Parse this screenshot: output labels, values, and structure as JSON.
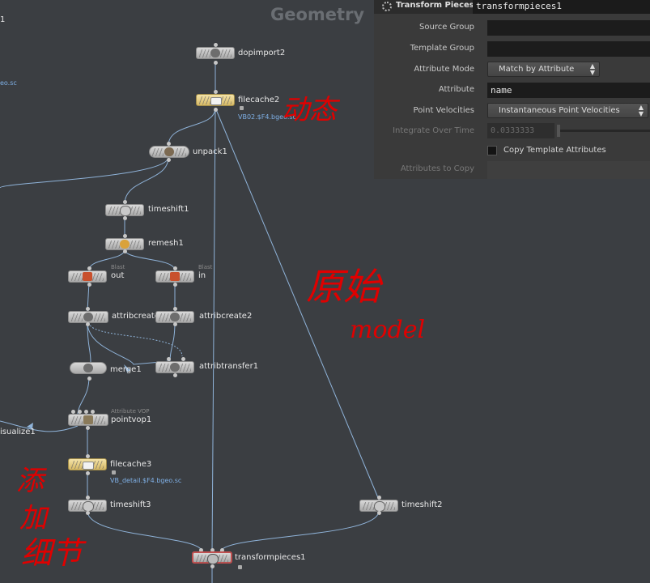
{
  "context": {
    "title": "Geometry"
  },
  "nodes": {
    "dopimport2": {
      "label": "dopimport2"
    },
    "filecache2": {
      "label": "filecache2",
      "file": "VB02.$F4.bgeo.sc"
    },
    "unpack1": {
      "label": "unpack1"
    },
    "timeshift1": {
      "label": "timeshift1"
    },
    "remesh1": {
      "label": "remesh1"
    },
    "out": {
      "label": "out",
      "type_label": "Blast"
    },
    "in": {
      "label": "in",
      "type_label": "Blast"
    },
    "attribcreate1": {
      "label": "attribcreate"
    },
    "attribcreate2": {
      "label": "attribcreate2"
    },
    "merge1": {
      "label": "merge1"
    },
    "attribtransfer1": {
      "label": "attribtransfer1"
    },
    "pointvop1": {
      "label": "pointvop1",
      "type_label": "Attribute VOP"
    },
    "visualize1": {
      "label": "isualize1"
    },
    "filecache3": {
      "label": "filecache3",
      "file": "VB_detail.$F4.bgeo.sc"
    },
    "timeshift3": {
      "label": "timeshift3"
    },
    "timeshift2": {
      "label": "timeshift2"
    },
    "transformpieces1": {
      "label": "transformpieces1"
    },
    "offscreen_top": {
      "label": "1"
    },
    "offscreen_file": {
      "label": "eo.sc"
    }
  },
  "annotations": {
    "dynamic": "动态",
    "original": "原始",
    "model": "model",
    "add_detail_1": "添",
    "add_detail_2": "加",
    "add_detail_3": "细节"
  },
  "panel": {
    "node_type": "Transform Pieces",
    "node_name": "transformpieces1",
    "source_group": {
      "label": "Source Group",
      "value": ""
    },
    "template_group": {
      "label": "Template Group",
      "value": ""
    },
    "attribute_mode": {
      "label": "Attribute Mode",
      "value": "Match by Attribute"
    },
    "attribute": {
      "label": "Attribute",
      "value": "name"
    },
    "point_velocities": {
      "label": "Point Velocities",
      "value": "Instantaneous Point Velocities"
    },
    "integrate_over_time": {
      "label": "Integrate Over Time",
      "value": "0.0333333"
    },
    "copy_template_attributes": {
      "label": "Copy Template Attributes",
      "checked": false
    },
    "attributes_to_copy": {
      "label": "Attributes to Copy"
    }
  },
  "colors": {
    "background": "#3b3e42",
    "wire": "#8fb3d9",
    "annotation": "#e00000",
    "cache_node": "#e6cc7d"
  }
}
